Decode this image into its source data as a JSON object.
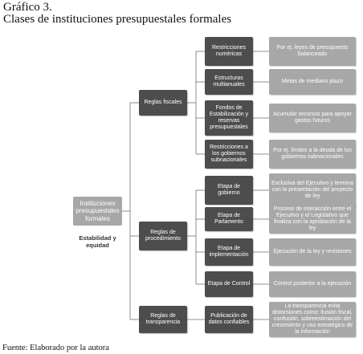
{
  "header": {
    "title": "Gráfico 3.",
    "subtitle": "Clases de instituciones presupuestales formales"
  },
  "source": "Fuente: Elaborado por la autora",
  "root": {
    "label": "Instituciones presupuestales formales",
    "note": "Estabilidad y equidad"
  },
  "groups": [
    {
      "label": "Reglas fiscales",
      "children": [
        {
          "label": "Restricciones numéricas",
          "detail": "Por ej. leyes de presupuesto balanceado"
        },
        {
          "label": "Estructuras multianuales",
          "detail": "Metas de mediano plazo"
        },
        {
          "label": "Fondos de Estabilización y reservas presupuestales",
          "detail": "Acumular recursos para apoyar gastos futuros"
        },
        {
          "label": "Restricciones a los gobiernos subnacionales",
          "detail": "Por ej. límites a la deuda de los gobiernos subnacionales"
        }
      ]
    },
    {
      "label": "Reglas de procedimiento",
      "children": [
        {
          "label": "Etapa de gobierno",
          "detail": "Exclusiva del Ejecutivo y termina con la presentación del proyecto de ley"
        },
        {
          "label": "Etapa de Parlamento",
          "detail": "Proceso de interacción entre el Ejecutivo y el Legislativo que finaliza con la aprobación de la ley"
        },
        {
          "label": "Etapa de implementación",
          "detail": "Ejecución de la ley y revisiones"
        },
        {
          "label": "Etapa de Control",
          "detail": "Control posterior a la ejecución"
        }
      ]
    },
    {
      "label": "Reglas de transparencia",
      "children": [
        {
          "label": "Publicación de datos confiables",
          "detail": "La transparencia evita distorsiones como: ilusión fiscal, confusión, sobreestimación del crecimiento y uso estratégico de la información"
        }
      ]
    }
  ],
  "colors": {
    "dark_box": "#4d4d4d",
    "light_box": "#a7a7a7",
    "connector": "#6f6f6f"
  }
}
